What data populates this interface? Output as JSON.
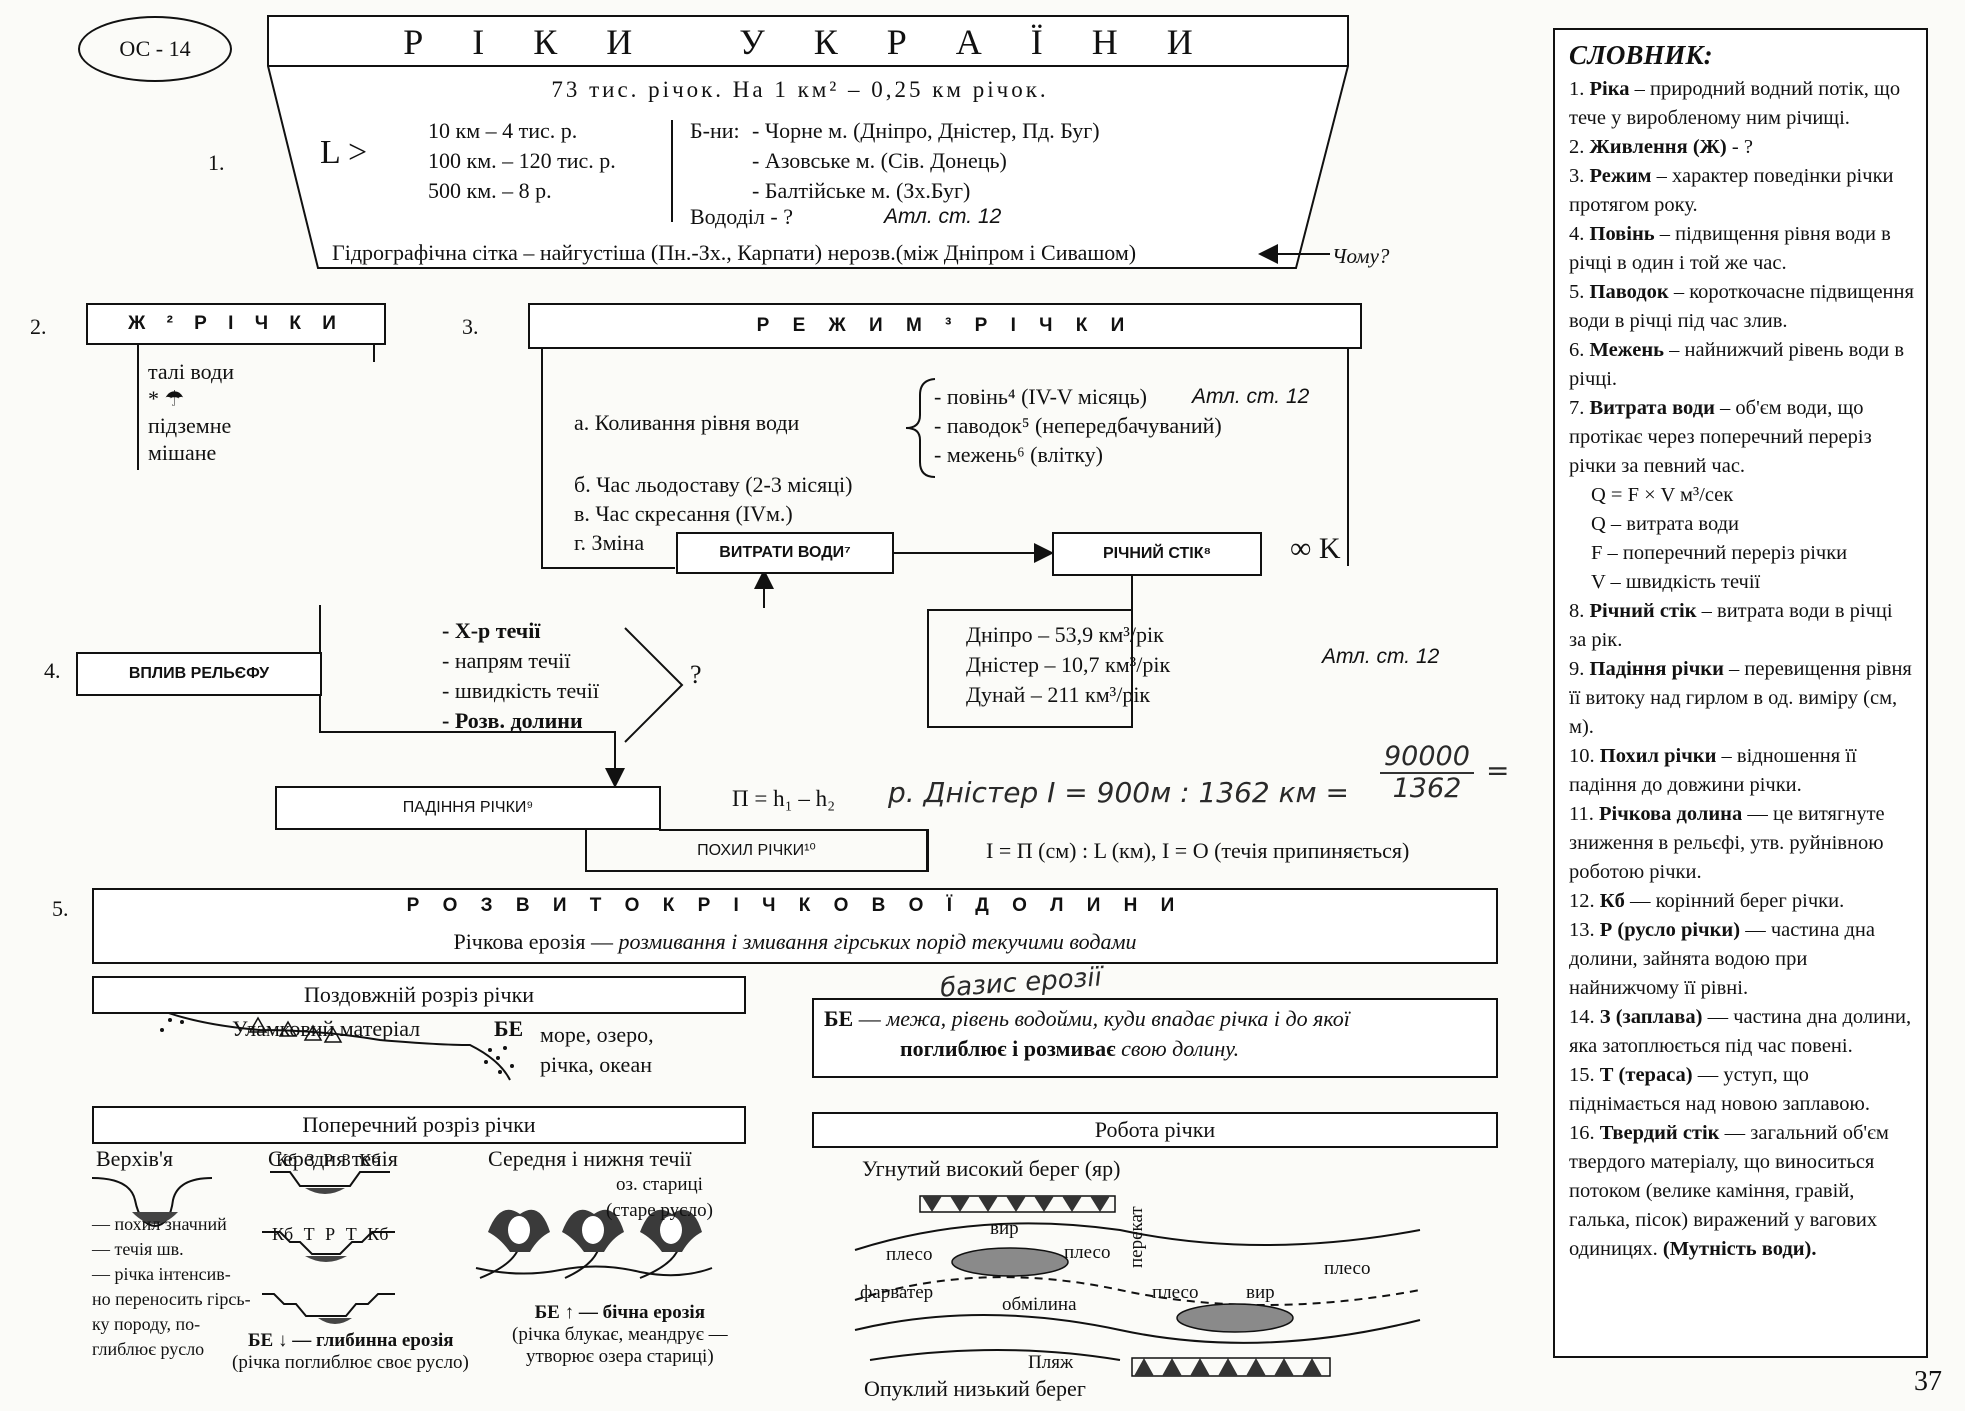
{
  "badge": "ОС - 14",
  "title": "Р І К И   У К Р А Ї Н И",
  "section1": {
    "num": "1.",
    "stats": "73 тис. річок. На 1 км² – 0,25 км річок.",
    "lsign": "L >",
    "lengths": [
      "10 км – 4 тис. р.",
      "100 км. – 120 тис. р.",
      "500 км. – 8 р."
    ],
    "basins_label": "Б-ни:",
    "basins": [
      "- Чорне м. (Дніпро, Дністер, Пд. Буг)",
      "- Азовське м. (Сів. Донець)",
      "- Балтійське м. (Зх.Буг)"
    ],
    "watershed": "Вододіл - ?",
    "atlas": "Атл. ст. 12",
    "network": "Гідрографічна сітка – найгустіша (Пн.-Зх., Карпати) нерозв.(між Дніпром і Сивашом)",
    "why": "Чому?"
  },
  "section2": {
    "num": "2.",
    "title": "Ж ² Р І Ч К И",
    "items": [
      "талі води",
      "* ☂",
      "підземне",
      "мішане"
    ]
  },
  "section3": {
    "num": "3.",
    "title": "Р Е Ж И М ³ Р І Ч К И",
    "a": "а. Коливання рівня води",
    "a_items": [
      "- повінь⁴ (IV-V місяць)",
      "- паводок⁵ (непередбачуваний)",
      "- межень⁶ (влітку)"
    ],
    "atlas": "Атл. ст. 12",
    "b": "б. Час льодоставу (2-3 місяці)",
    "v": "в. Час скресання (IVм.)",
    "g": "г. Зміна",
    "flow_box": "ВИТРАТИ ВОДИ⁷",
    "runoff_box": "РІЧНИЙ СТІК⁸",
    "k": "∞ K",
    "runoff_items": [
      "Дніпро – 53,9 км³/рік",
      "Дністер – 10,7 км³/рік",
      "Дунай – 211 км³/рік"
    ],
    "atlas2": "Атл. ст. 12"
  },
  "section4": {
    "num": "4.",
    "title": "ВПЛИВ РЕЛЬЄФУ",
    "items": [
      "- Х-р течії",
      "- напрям течії",
      "- швидкість течії",
      "- Розв. долини"
    ],
    "question": "?",
    "fall_box": "ПАДІННЯ РІЧКИ⁹",
    "fall_formula": "П = h₁ – h₂",
    "handwritten": "р. Дністер  І = 900м : 1362 км =",
    "frac_num": "90000",
    "frac_den": "1362",
    "frac_eq": "=",
    "slope_box": "ПОХИЛ РІЧКИ¹⁰",
    "slope_formula": "І = П (см) : L (км),     І = О (течія припиняється)"
  },
  "section5": {
    "num": "5.",
    "title": "Р О З В И Т О К   Р І Ч К О В О Ї   Д О Л И Н И",
    "erosion_label": "Річкова ерозія —",
    "erosion_def": "розмивання і змивання гірських порід текучими водами",
    "long_section": "Поздовжній розріз річки",
    "debris": "Уламковий матеріал",
    "be": "БЕ",
    "be_targets": [
      "море, озеро,",
      "річка, океан"
    ],
    "handwritten_base": "базис ерозії",
    "be_def_1": "межа, рівень водойми, куди впадає річка і до якої",
    "be_def_2": "поглиблює і розмиває",
    "be_def_3": "свою долину.",
    "cross_section": "Поперечний розріз річки",
    "upper": "Верхів'я",
    "middle": "Середня течія",
    "middle_lower": "Середня і нижня течії",
    "oxbow": [
      "оз. старицi",
      "(старе русло)"
    ],
    "upper_notes": [
      "— похил значний",
      "— течія шв.",
      "— річка інтенсив-",
      "но переносить гірсь-",
      "ку породу, по-",
      "глиблює русло"
    ],
    "deep_erosion": "БЕ ↓  — глибинна ерозія",
    "deep_erosion_note": "(річка поглиблює своє русло)",
    "side_erosion": "БЕ ↑  — бічна ерозія",
    "side_erosion_note": [
      "(річка блукає, меандрує —",
      "утворює озера стариці)"
    ],
    "river_work": "Робота річки",
    "concave": "Угнутий високий берег (яр)",
    "convex": "Опуклий низький  берег",
    "labels": [
      "плесо",
      "вир",
      "плесо",
      "фарватер",
      "обмілина",
      "перекат",
      "плесо",
      "вир",
      "плесо",
      "Пляж"
    ],
    "valley_labels": [
      "Кб",
      "З",
      "Р",
      "З",
      "Кб",
      "Т"
    ]
  },
  "glossary": {
    "title": "СЛОВНИК:",
    "entries": [
      {
        "n": "1. ",
        "t": "Ріка",
        "d": " – природний водний потік, що тече у виробленому ним річищі."
      },
      {
        "n": "2. ",
        "t": "Живлення (Ж)",
        "d": " - ?"
      },
      {
        "n": "3. ",
        "t": "Режим",
        "d": " – характер поведінки річки протягом року."
      },
      {
        "n": "4. ",
        "t": "Повінь",
        "d": " – підвищення рівня води в річці в один і той же час."
      },
      {
        "n": "5. ",
        "t": "Паводок",
        "d": " – короткочасне підвищення води в річці під час злив."
      },
      {
        "n": "6. ",
        "t": "Межень",
        "d": " – найнижчий рівень води в річці."
      },
      {
        "n": "7. ",
        "t": "Витрата води",
        "d": " – об'єм води, що протікає через поперечний переріз річки за певний час."
      },
      {
        "n": "8. ",
        "t": "Річний стік",
        "d": " – витрата води в річці за рік."
      },
      {
        "n": "9. ",
        "t": "Падіння річки",
        "d": " – перевищення рівня її витоку над гирлом в од. виміру (см, м)."
      },
      {
        "n": "10. ",
        "t": "Похил річки",
        "d": " – відношення її падіння до довжини річки."
      },
      {
        "n": "11. ",
        "t": "Річкова долина",
        "d": " — це витягнуте зниження в рельєфі, утв. руйнівною роботою річки."
      },
      {
        "n": "12. ",
        "t": "Кб",
        "d": " — корінний берег річки."
      },
      {
        "n": "13. ",
        "t": "Р (русло річки)",
        "d": " — частина дна долини, зайнята водою при найнижчому її рівні."
      },
      {
        "n": "14. ",
        "t": "З (заплава)",
        "d": " — частина дна долини, яка затоплюється під час повені."
      },
      {
        "n": "15. ",
        "t": "Т (тераса)",
        "d": " — уступ, що піднімається над новою заплавою."
      },
      {
        "n": "16. ",
        "t": "Твердий стік",
        "d": " — загальний об'єм твердого матеріалу, що виноситься потоком (велике каміння, гравій, галька, пісок) виражений у вагових одиницях. "
      }
    ],
    "formula": [
      "Q = F × V м³/сек",
      "Q – витрата води",
      "F – поперечний переріз річки",
      "V – швидкість течії"
    ],
    "turbidity": "(Мутність води)."
  },
  "page_number": "37"
}
